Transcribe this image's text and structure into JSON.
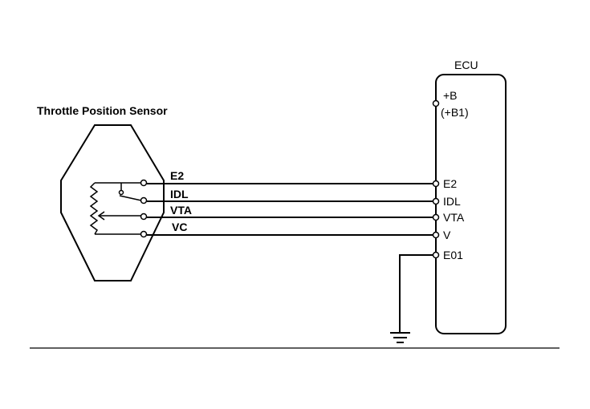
{
  "sensor": {
    "title": "Throttle Position Sensor",
    "pins": [
      "E2",
      "IDL",
      "VTA",
      "VC"
    ]
  },
  "ecu": {
    "title": "ECU",
    "power_label": "+B",
    "power_sublabel": "(+B1)",
    "pins": [
      "E2",
      "IDL",
      "VTA",
      "V",
      "E01"
    ]
  }
}
